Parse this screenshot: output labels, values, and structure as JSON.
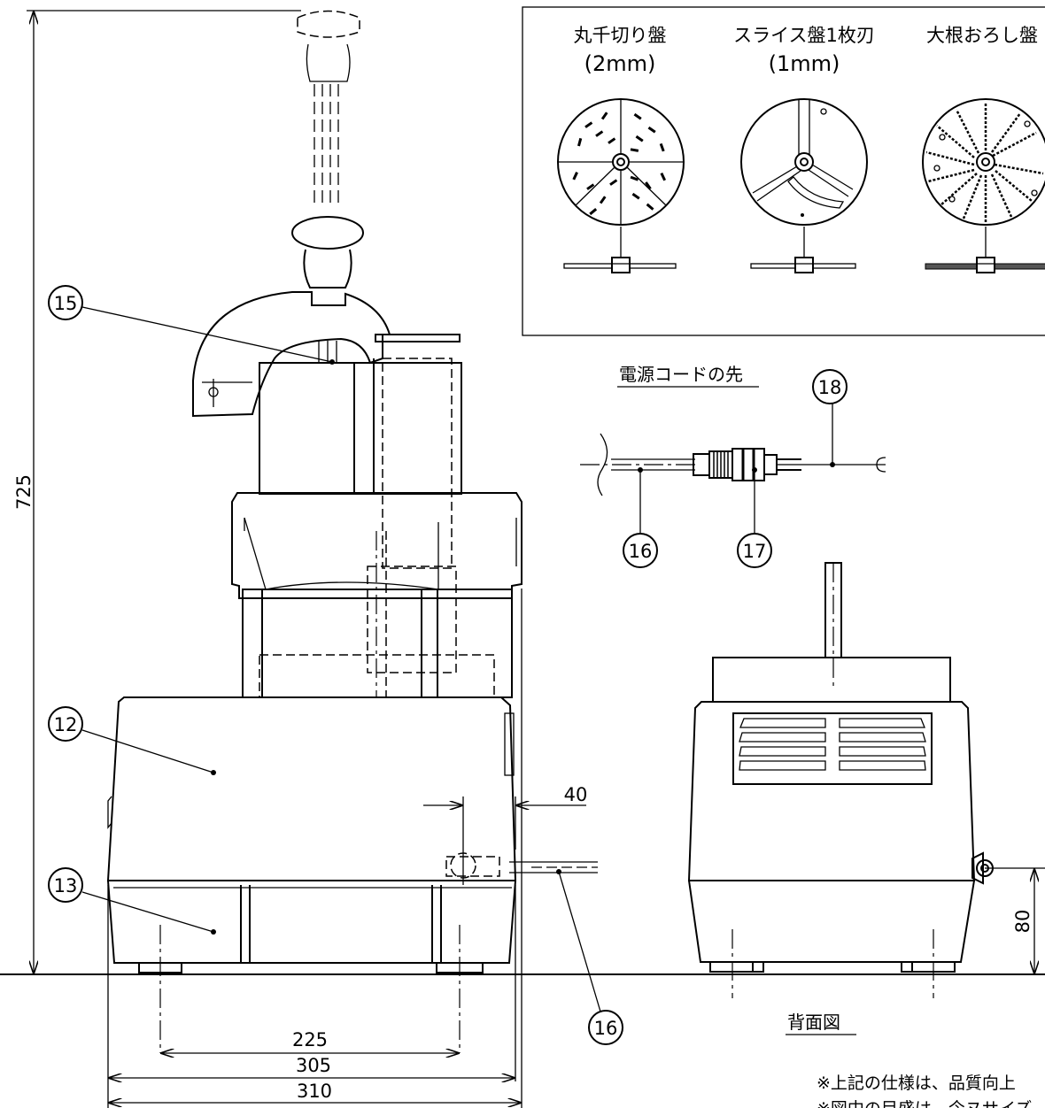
{
  "blades": {
    "b1": {
      "name": "丸千切り盤",
      "size": "(2mm)"
    },
    "b2": {
      "name": "スライス盤1枚刃",
      "size": "(1mm)"
    },
    "b3": {
      "name": "大根おろし盤"
    }
  },
  "cord_section_title": "電源コードの先",
  "back_view_title": "背面図",
  "dimensions": {
    "height_total": "725",
    "cord_offset": "40",
    "cord_height": "80",
    "foot_pitch": "225",
    "base_width": "305",
    "overall_width": "310"
  },
  "callouts": {
    "c12": "12",
    "c13": "13",
    "c15": "15",
    "c16": "16",
    "c16b": "16",
    "c17": "17",
    "c18": "18"
  },
  "notes": {
    "line1": "※上記の仕様は、品質向上",
    "line2": "※図中の目盛は、今ヌサイズ"
  }
}
